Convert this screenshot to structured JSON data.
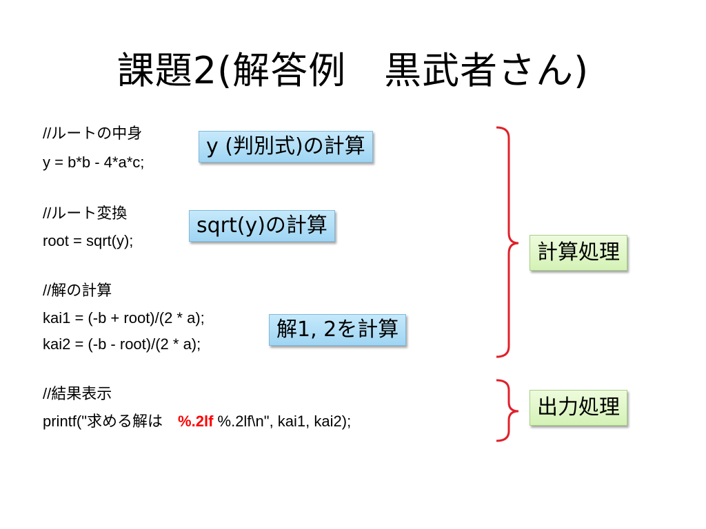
{
  "title": "課題2(解答例　黒武者さん)",
  "code": {
    "comment_root": "//ルートの中身",
    "line_y": "y = b*b - 4*a*c;",
    "comment_transform": "//ルート変換",
    "line_root": "root = sqrt(y);",
    "comment_solution": "//解の計算",
    "line_kai1": "kai1 = (-b + root)/(2 * a);",
    "line_kai2": "kai2 = (-b - root)/(2 * a);",
    "comment_display": "//結果表示",
    "printf_prefix": "printf(\"求める解は　",
    "printf_highlight": "%.2lf",
    "printf_suffix": " %.2lf\\n\", kai1, kai2);"
  },
  "annotations": {
    "discriminant": "y (判別式)の計算",
    "sqrt": "sqrt(y)の計算",
    "solutions": "解1, 2を計算"
  },
  "groups": {
    "calc": "計算処理",
    "output": "出力処理"
  },
  "colors": {
    "highlight": "#ff0000",
    "bracket": "#e0202a",
    "annotation_box": "#b3e0f7",
    "group_box": "#e2f7cc"
  }
}
